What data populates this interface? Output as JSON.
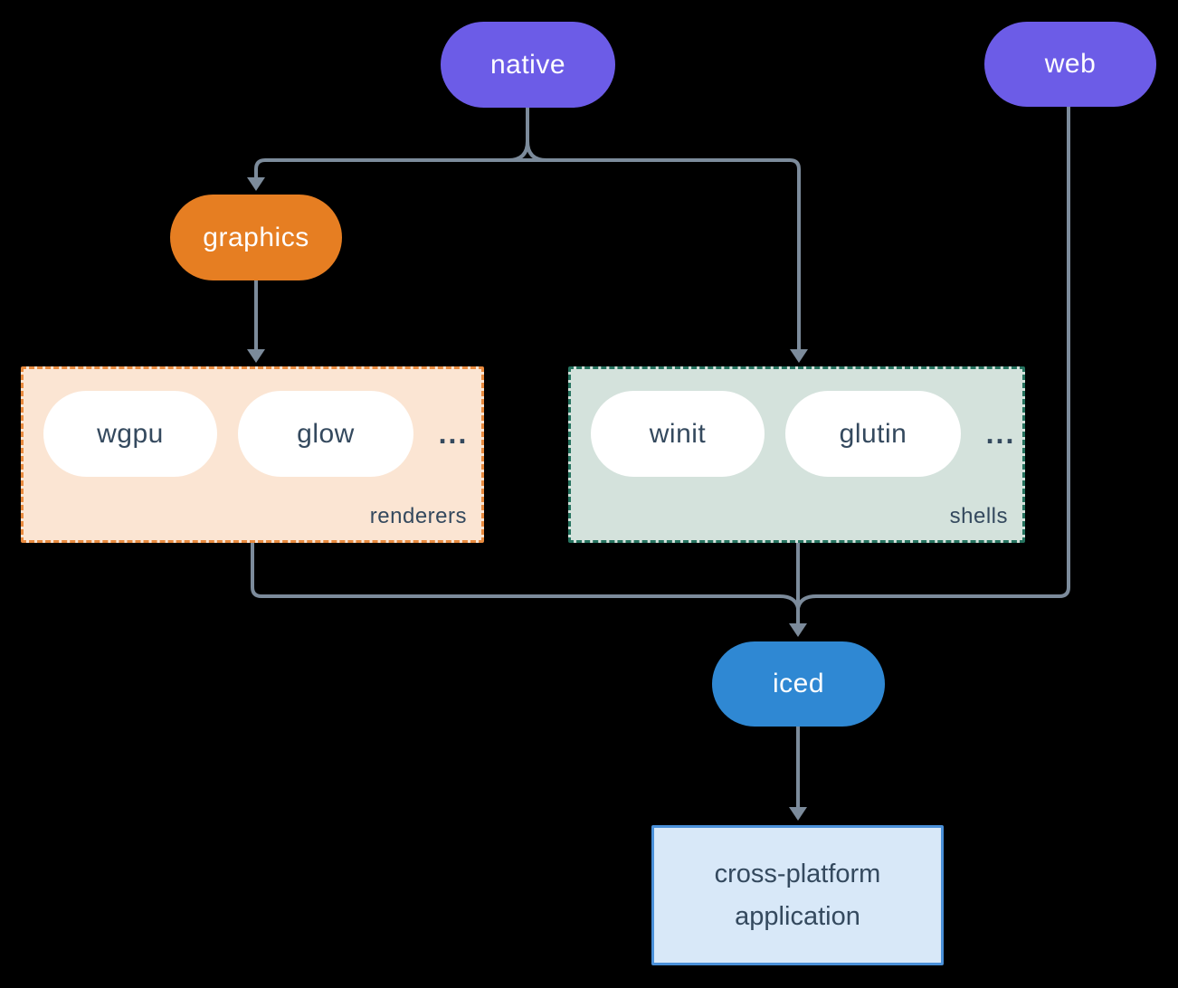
{
  "diagram": {
    "nodes": {
      "native": {
        "label": "native",
        "color": "#6c5ce7"
      },
      "web": {
        "label": "web",
        "color": "#6c5ce7"
      },
      "graphics": {
        "label": "graphics",
        "color": "#e67e22"
      },
      "iced": {
        "label": "iced",
        "color": "#2f88d3"
      },
      "application": {
        "label": "cross-platform application",
        "fill": "#d8e8f8",
        "border": "#4a90d9"
      }
    },
    "groups": {
      "renderers": {
        "label": "renderers",
        "items": [
          "wgpu",
          "glow"
        ],
        "ellipsis": "...",
        "fill": "#fbe5d3",
        "border": "#e98b3f"
      },
      "shells": {
        "label": "shells",
        "items": [
          "winit",
          "glutin"
        ],
        "ellipsis": "...",
        "fill": "#d4e2dc",
        "border": "#26735f"
      }
    },
    "colors": {
      "background": "#000000",
      "connector": "#7c8b9b",
      "node_text": "#ffffff",
      "dark_text": "#34495e",
      "pill_fill": "#ffffff"
    }
  }
}
